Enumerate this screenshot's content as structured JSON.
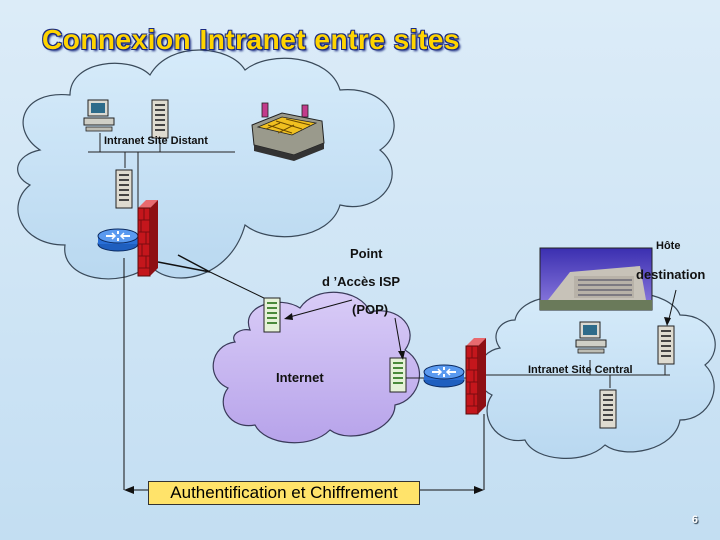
{
  "slide": {
    "title": "Connexion Intranet entre sites",
    "page_number": "6"
  },
  "labels": {
    "remote_site": "Intranet Site Distant",
    "central_site": "Intranet  Site Central",
    "pop_line1": "Point",
    "pop_line2": "d ’Accès ISP",
    "pop_line3": "(POP)",
    "internet": "Internet",
    "host_line1": "Hôte",
    "host_line2": "destination",
    "banner": "Authentification et Chiffrement"
  },
  "colors": {
    "title_fill": "#ffd400",
    "title_outline": "#1a2a80",
    "cloud_fill": "#c6e0f5",
    "internet_fill": "#c9b8f0",
    "firewall": "#c4161c",
    "router": "#2a6fd6",
    "banner_fill": "#ffe36a"
  },
  "icons": [
    "computer-icon",
    "server-icon",
    "factory-icon",
    "router-icon",
    "firewall-icon",
    "building-photo-icon",
    "lightning-link-icon"
  ]
}
